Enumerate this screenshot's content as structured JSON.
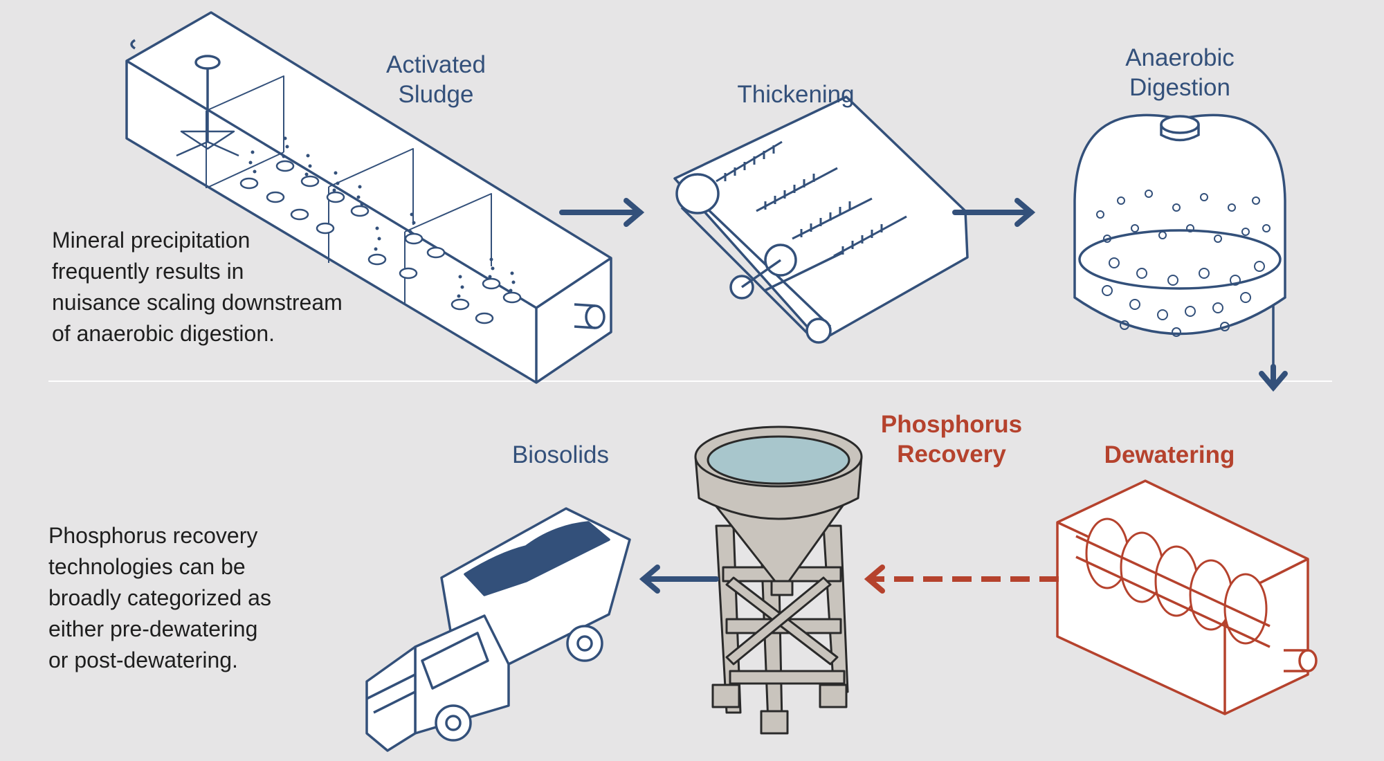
{
  "stages": {
    "activated_sludge": [
      "Activated",
      "Sludge"
    ],
    "thickening": [
      "Thickening"
    ],
    "anaerobic_digestion": [
      "Anaerobic",
      "Digestion"
    ],
    "phosphorus_recovery": [
      "Phosphorus",
      "Recovery"
    ],
    "dewatering": [
      "Dewatering"
    ],
    "biosolids": [
      "Biosolids"
    ]
  },
  "notes": {
    "scaling": [
      "Mineral precipitation",
      "frequently results in",
      "nuisance scaling downstream",
      "of anaerobic digestion."
    ],
    "recovery": [
      "Phosphorus recovery",
      "technologies can be",
      "broadly categorized as",
      "either pre-dewatering",
      "or post-dewatering."
    ]
  },
  "colors": {
    "background": "#e6e5e6",
    "process_blue": "#33507a",
    "highlight_red": "#b5422d",
    "body_text": "#1e1e1e",
    "water": "#a8c6cc",
    "steel": "#c9c4bd"
  },
  "icons": {
    "activated_sludge": "aeration-tank-icon",
    "thickening": "belt-thickener-icon",
    "anaerobic_digestion": "digester-tank-icon",
    "dewatering": "screw-press-icon",
    "phosphorus_recovery": "crystallizer-tower-icon",
    "biosolids": "dump-truck-icon"
  }
}
